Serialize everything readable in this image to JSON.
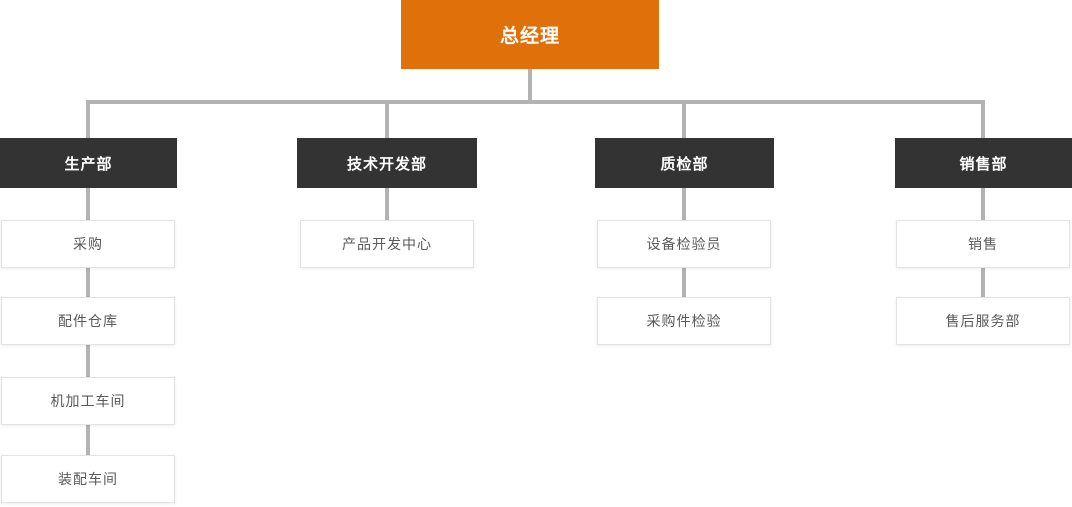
{
  "org_chart": {
    "root": {
      "label": "总经理"
    },
    "departments": [
      {
        "label": "生产部",
        "children": [
          {
            "label": "采购"
          },
          {
            "label": "配件仓库"
          },
          {
            "label": "机加工车间"
          },
          {
            "label": "装配车间"
          }
        ]
      },
      {
        "label": "技术开发部",
        "children": [
          {
            "label": "产品开发中心"
          }
        ]
      },
      {
        "label": "质检部",
        "children": [
          {
            "label": "设备检验员"
          },
          {
            "label": "采购件检验"
          }
        ]
      },
      {
        "label": "销售部",
        "children": [
          {
            "label": "销售"
          },
          {
            "label": "售后服务部"
          }
        ]
      }
    ],
    "colors": {
      "root_bg": "#E0700A",
      "root_text": "#FFFFFF",
      "department_bg": "#333333",
      "department_text": "#FFFFFF",
      "leaf_bg": "#FFFFFF",
      "leaf_border": "#E3E3E3",
      "leaf_text": "#595959",
      "connector": "#B3B3B3"
    }
  }
}
